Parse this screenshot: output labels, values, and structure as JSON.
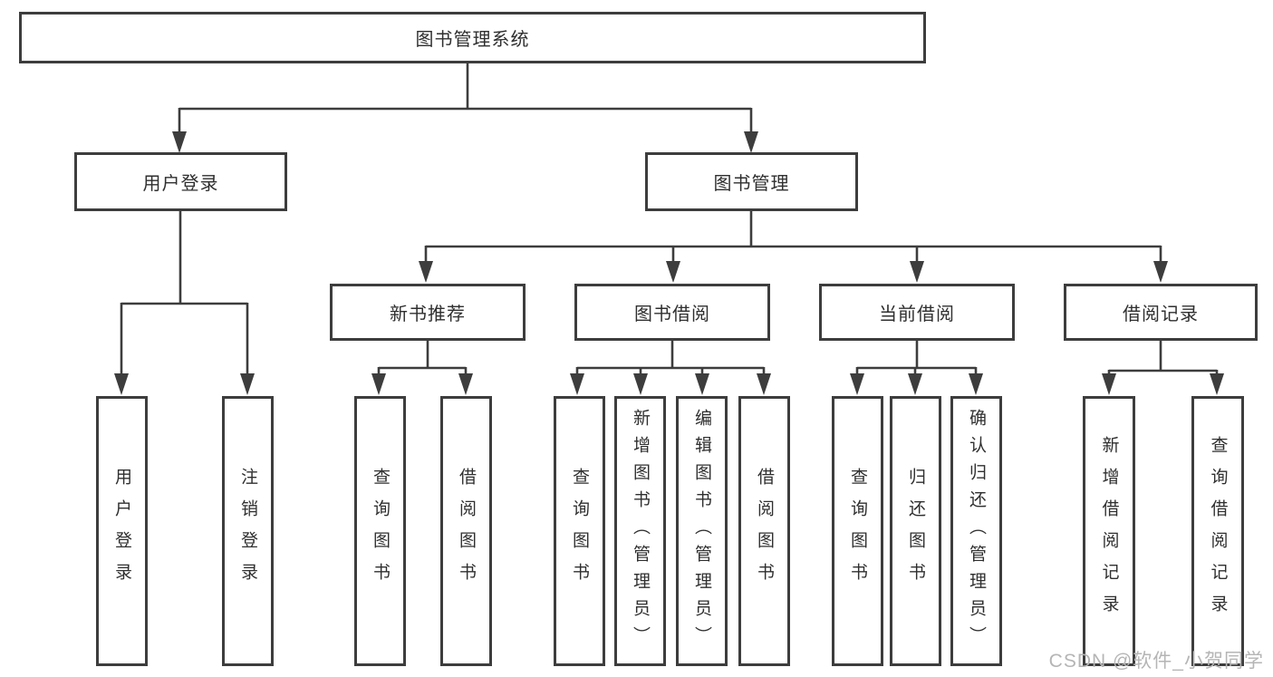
{
  "nodes": {
    "root": "图书管理系统",
    "user_login": "用户登录",
    "book_management": "图书管理",
    "new_book_recommend": "新书推荐",
    "book_borrow": "图书借阅",
    "current_borrow": "当前借阅",
    "borrow_records": "借阅记录",
    "leaf_user_login": "用户登录",
    "leaf_logout": "注销登录",
    "leaf_nb_query": "查询图书",
    "leaf_nb_borrow": "借阅图书",
    "leaf_bb_query": "查询图书",
    "leaf_bb_add": "新增图书（管理员）",
    "leaf_bb_edit": "编辑图书（管理员）",
    "leaf_bb_borrow": "借阅图书",
    "leaf_cb_query": "查询图书",
    "leaf_cb_return": "归还图书",
    "leaf_cb_confirm": "确认归还（管理员）",
    "leaf_br_add": "新增借阅记录",
    "leaf_br_query": "查询借阅记录"
  },
  "watermark": {
    "text": "CSDN @软件_小贺同学"
  },
  "colors": {
    "line": "#3d3d3d",
    "box_border": "#3d3d3d",
    "text": "#2f2f2f",
    "watermark": "#b5b5b5",
    "background": "#ffffff"
  }
}
